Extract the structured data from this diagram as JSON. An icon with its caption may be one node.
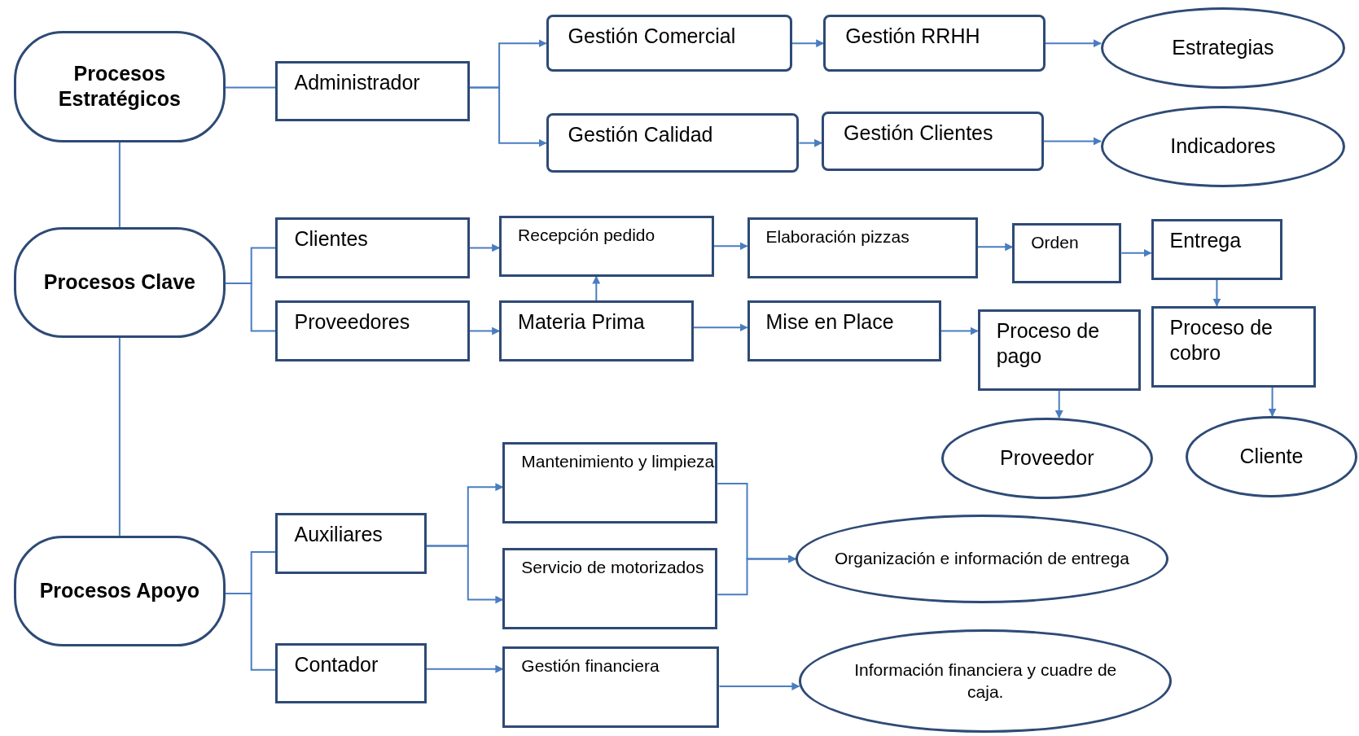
{
  "diagram": {
    "nodes": [
      {
        "text": [
          "Procesos Estratégicos"
        ]
      },
      {
        "text": [
          "Administrador"
        ]
      },
      {
        "text": [
          "Gestión Comercial"
        ]
      },
      {
        "text": [
          "Gestión RRHH"
        ]
      },
      {
        "text": [
          "Estrategias"
        ]
      },
      {
        "text": [
          "Gestión Calidad"
        ]
      },
      {
        "text": [
          "Gestión Clientes"
        ]
      },
      {
        "text": [
          "Indicadores"
        ]
      },
      {
        "text": [
          "Procesos Clave"
        ]
      },
      {
        "text": [
          "Clientes"
        ]
      },
      {
        "text": [
          "Recepción pedido"
        ]
      },
      {
        "text": [
          "Elaboración pizzas"
        ]
      },
      {
        "text": [
          "Orden"
        ]
      },
      {
        "text": [
          "Entrega"
        ]
      },
      {
        "text": [
          "Proveedores"
        ]
      },
      {
        "text": [
          "Materia Prima"
        ]
      },
      {
        "text": [
          "Mise en Place"
        ]
      },
      {
        "text": [
          "Proceso de pago"
        ]
      },
      {
        "text": [
          "Proceso de cobro"
        ]
      },
      {
        "text": [
          "Proveedor"
        ]
      },
      {
        "text": [
          "Cliente"
        ]
      },
      {
        "text": [
          "Procesos Apoyo"
        ]
      },
      {
        "text": [
          "Auxiliares"
        ]
      },
      {
        "text": [
          "Mantenimiento y limpieza"
        ]
      },
      {
        "text": [
          "Servicio de motorizados"
        ]
      },
      {
        "text": [
          "Organización e información de entrega"
        ]
      },
      {
        "text": [
          "Contador"
        ]
      },
      {
        "text": [
          "Gestión financiera"
        ]
      },
      {
        "text": [
          "Información financiera y cuadre de caja."
        ]
      }
    ],
    "edges": [
      {
        "from": 0,
        "to": 8,
        "arrow": "none"
      },
      {
        "from": 8,
        "to": 21,
        "arrow": "none"
      },
      {
        "from": 0,
        "to": 1,
        "arrow": "none"
      },
      {
        "from": 1,
        "to": 2,
        "arrow": "to"
      },
      {
        "from": 1,
        "to": 5,
        "arrow": "to"
      },
      {
        "from": 2,
        "to": 3,
        "arrow": "to"
      },
      {
        "from": 3,
        "to": 4,
        "arrow": "to"
      },
      {
        "from": 5,
        "to": 6,
        "arrow": "to"
      },
      {
        "from": 6,
        "to": 7,
        "arrow": "to"
      },
      {
        "from": 8,
        "to": 9,
        "arrow": "none"
      },
      {
        "from": 8,
        "to": 14,
        "arrow": "none"
      },
      {
        "from": 9,
        "to": 10,
        "arrow": "to"
      },
      {
        "from": 10,
        "to": 11,
        "arrow": "to"
      },
      {
        "from": 11,
        "to": 12,
        "arrow": "to"
      },
      {
        "from": 12,
        "to": 13,
        "arrow": "to"
      },
      {
        "from": 13,
        "to": 18,
        "arrow": "to"
      },
      {
        "from": 14,
        "to": 15,
        "arrow": "to"
      },
      {
        "from": 15,
        "to": 10,
        "arrow": "to"
      },
      {
        "from": 15,
        "to": 16,
        "arrow": "to"
      },
      {
        "from": 16,
        "to": 17,
        "arrow": "to"
      },
      {
        "from": 17,
        "to": 19,
        "arrow": "to"
      },
      {
        "from": 18,
        "to": 20,
        "arrow": "to"
      },
      {
        "from": 21,
        "to": 22,
        "arrow": "none"
      },
      {
        "from": 21,
        "to": 26,
        "arrow": "none"
      },
      {
        "from": 22,
        "to": 23,
        "arrow": "to"
      },
      {
        "from": 22,
        "to": 24,
        "arrow": "to"
      },
      {
        "from": 23,
        "to": 25,
        "arrow": "to"
      },
      {
        "from": 24,
        "to": 25,
        "arrow": "to"
      },
      {
        "from": 26,
        "to": 27,
        "arrow": "to"
      },
      {
        "from": 27,
        "to": 28,
        "arrow": "to"
      }
    ]
  }
}
